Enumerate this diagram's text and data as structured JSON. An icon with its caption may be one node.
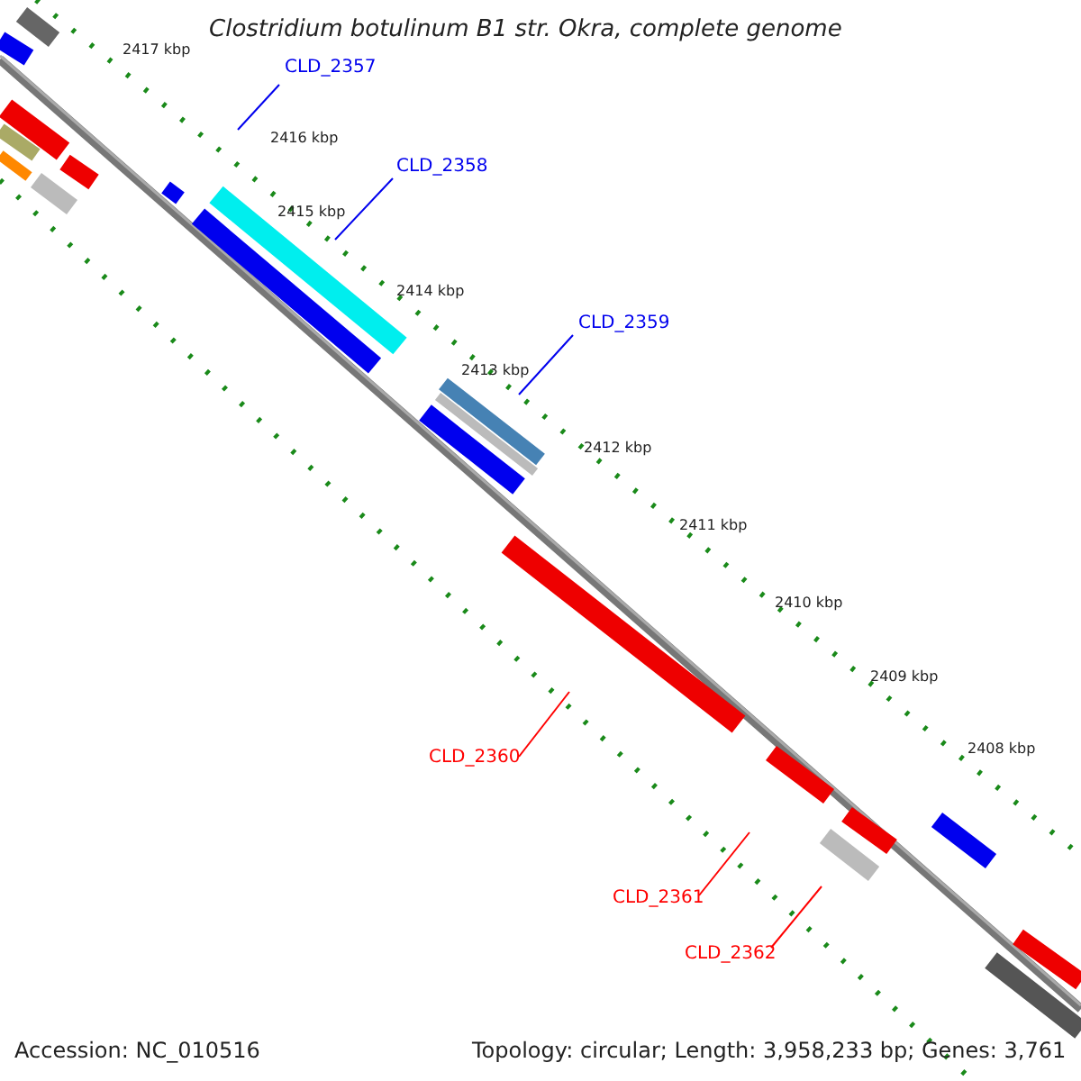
{
  "diagram": {
    "title": "Clostridium botulinum B1 str. Okra, complete genome",
    "nodes": [
      {
        "text": [
          "CLD_2357"
        ]
      },
      {
        "text": [
          "CLD_2358"
        ]
      },
      {
        "text": [
          "CLD_2359"
        ]
      },
      {
        "text": [
          "CLD_2360"
        ]
      },
      {
        "text": [
          "CLD_2361"
        ]
      },
      {
        "text": [
          "CLD_2362"
        ]
      }
    ],
    "edges": [
      {
        "from": 0,
        "to": null,
        "arrow": "none"
      },
      {
        "from": 1,
        "to": null,
        "arrow": "none"
      },
      {
        "from": 2,
        "to": null,
        "arrow": "none"
      },
      {
        "from": 3,
        "to": null,
        "arrow": "none",
        "color": "#ff0000"
      },
      {
        "from": 4,
        "to": null,
        "arrow": "none",
        "color": "#ff0000"
      },
      {
        "from": 5,
        "to": null,
        "arrow": "none",
        "color": "#ff0000"
      }
    ],
    "labels": [
      "2417 kbp",
      "2416 kbp",
      "2415 kbp",
      "2414 kbp",
      "2413 kbp",
      "2412 kbp",
      "2411 kbp",
      "2410 kbp",
      "2409 kbp",
      "2408 kbp",
      "Accession: NC_010516",
      "Topology: circular; Length: 3,958,233 bp; Genes: 3,761"
    ]
  }
}
